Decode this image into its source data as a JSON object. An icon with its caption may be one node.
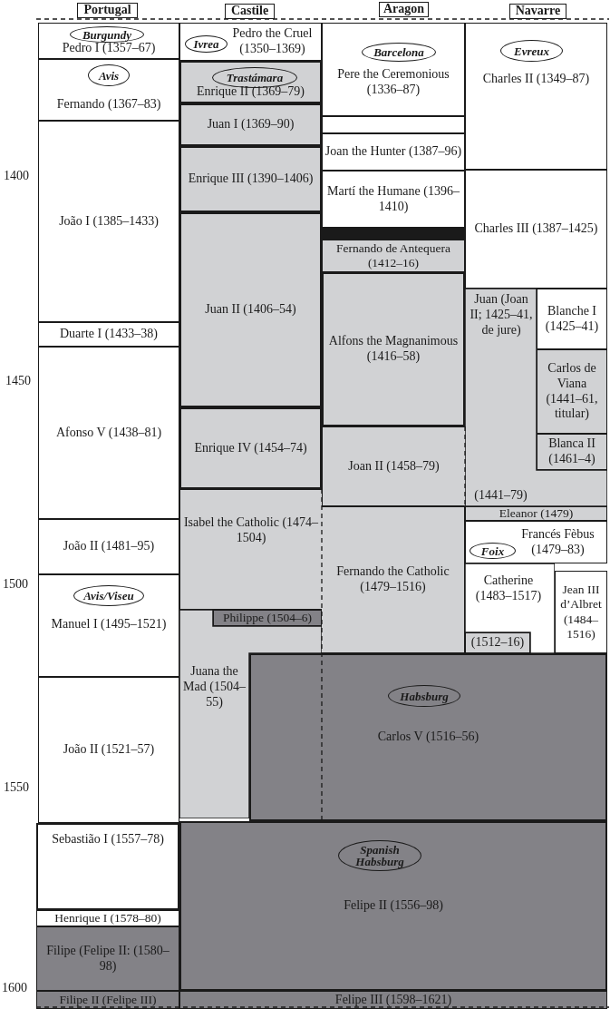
{
  "diagram": {
    "nodes": [
      {
        "text": [
          "Portugal"
        ]
      },
      {
        "text": [
          "Castile"
        ]
      },
      {
        "text": [
          "Aragon"
        ]
      },
      {
        "text": [
          "Navarre"
        ]
      },
      {
        "text": [
          "Pedro I (1357–67)"
        ]
      },
      {
        "text": [
          "Burgundy"
        ],
        "in": 4
      },
      {
        "text": [
          "Fernando (1367–83)"
        ]
      },
      {
        "text": [
          "Avis"
        ],
        "in": 6
      },
      {
        "text": [
          "João I (1385–1433)"
        ]
      },
      {
        "text": [
          "Duarte I (1433–38)"
        ]
      },
      {
        "text": [
          "Afonso V (1438–81)"
        ]
      },
      {
        "text": [
          "João II (1481–95)"
        ]
      },
      {
        "text": [
          "Manuel I (1495–1521)"
        ]
      },
      {
        "text": [
          "Avis/Viseu"
        ],
        "in": 12
      },
      {
        "text": [
          "João II (1521–57)"
        ]
      },
      {
        "text": [
          "Sebastião I (1557–78)"
        ]
      },
      {
        "text": [
          "Henrique I (1578–80)"
        ]
      },
      {
        "text": [
          "Filipe (Felipe II: (1580–98)"
        ]
      },
      {
        "text": [
          "Filipe II (Felipe III)"
        ]
      },
      {
        "text": [
          "Pedro the Cruel (1350–1369)"
        ]
      },
      {
        "text": [
          "Ivrea"
        ],
        "in": 19
      },
      {
        "text": [
          "Enrique II (1369–79)"
        ]
      },
      {
        "text": [
          "Trastámara"
        ],
        "in": 21
      },
      {
        "text": [
          "Juan I (1369–90)"
        ]
      },
      {
        "text": [
          "Enrique III (1390–1406)"
        ]
      },
      {
        "text": [
          "Juan II (1406–54)"
        ]
      },
      {
        "text": [
          "Enrique IV (1454–74)"
        ]
      },
      {
        "text": [
          "Isabel the Catholic (1474–1504)"
        ]
      },
      {
        "text": [
          "Philippe (1504–6)"
        ]
      },
      {
        "text": [
          "Juana the Mad (1504–55)"
        ]
      },
      {
        "text": [
          "Fernando the Catholic (1479–1516)"
        ]
      },
      {
        "text": [
          "(1512–16)"
        ]
      },
      {
        "text": [
          "Carlos V (1516–56)"
        ]
      },
      {
        "text": [
          "Habsburg"
        ],
        "in": 32
      },
      {
        "text": [
          "Felipe II (1556–98)"
        ]
      },
      {
        "text": [
          "Spanish Habsburg"
        ],
        "in": 34
      },
      {
        "text": [
          "Felipe III (1598–1621)"
        ]
      },
      {
        "text": [
          "Pere the Ceremonious (1336–87)"
        ]
      },
      {
        "text": [
          "Barcelona"
        ],
        "in": 37
      },
      {
        "text": [],
        "shape": "box"
      },
      {
        "text": [
          "Joan the Hunter (1387–96)"
        ]
      },
      {
        "text": [
          "Martí the Humane (1396–1410)"
        ]
      },
      {
        "text": [],
        "shape": "bar"
      },
      {
        "text": [
          "Fernando de Antequera (1412–16)"
        ]
      },
      {
        "text": [
          "Alfons the Magnanimous (1416–58)"
        ]
      },
      {
        "text": [
          "Joan II (1458–79)"
        ]
      },
      {
        "text": [
          "Charles II (1349–87)"
        ]
      },
      {
        "text": [
          "Evreux"
        ],
        "in": 46
      },
      {
        "text": [
          "Charles III (1387–1425)"
        ]
      },
      {
        "text": [
          "Juan (Joan II; 1425–41, de jure)",
          "(1441–79)"
        ]
      },
      {
        "text": [
          "Blanche I (1425–41)"
        ]
      },
      {
        "text": [
          "Carlos de Viana (1441–61, titular)"
        ]
      },
      {
        "text": [
          "Blanca II",
          "(1461–4)"
        ]
      },
      {
        "text": [
          "Eleanor (1479)"
        ]
      },
      {
        "text": [
          "Francés Fèbus (1479–83)"
        ]
      },
      {
        "text": [
          "Foix"
        ],
        "in": 54
      },
      {
        "text": [
          "Catherine (1483–1517)"
        ]
      },
      {
        "text": [
          "Jean III d’Albret (1484–1516)"
        ]
      }
    ],
    "labels": [
      "1400",
      "1450",
      "1500",
      "1550",
      "1600"
    ]
  }
}
